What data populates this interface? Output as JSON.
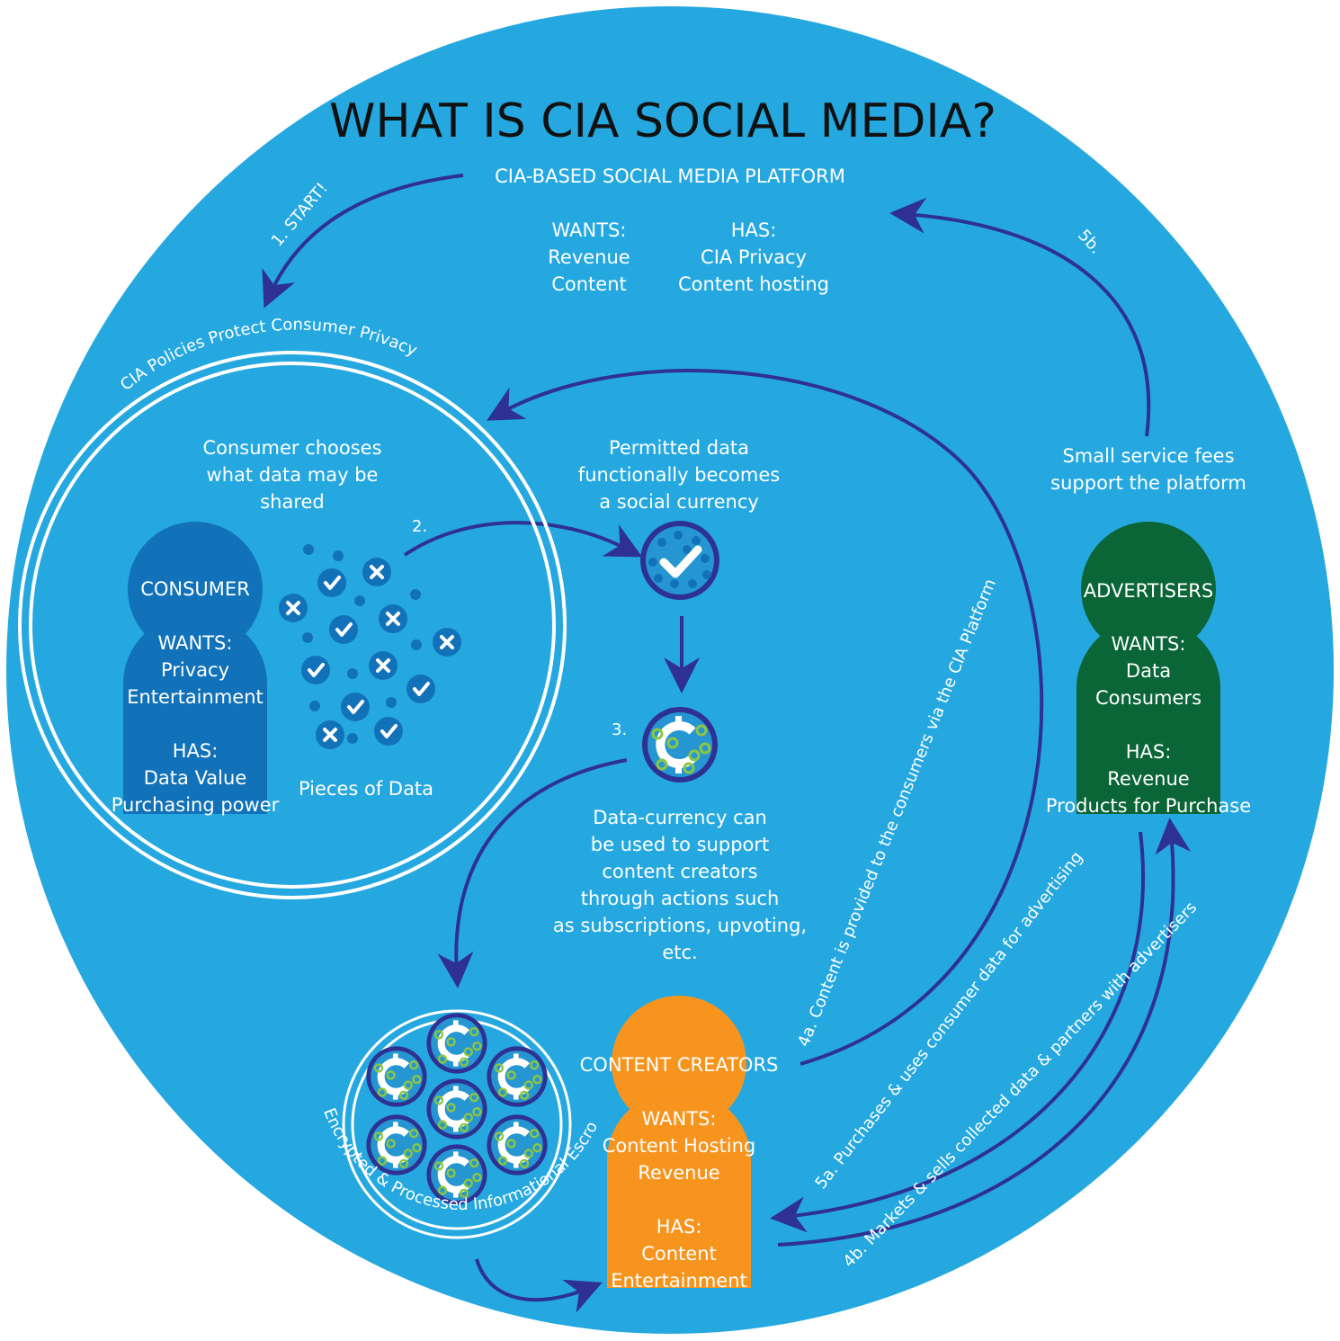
{
  "title": "WHAT IS CIA SOCIAL MEDIA?",
  "platform": {
    "title": "CIA-BASED SOCIAL MEDIA PLATFORM",
    "wants_label": "WANTS:",
    "wants": [
      "Revenue",
      "Content"
    ],
    "has_label": "HAS:",
    "has": [
      "CIA Privacy",
      "Content hosting"
    ]
  },
  "steps": {
    "start": "1. START!",
    "s2": "2.",
    "s3": "3.",
    "s4a": "4a. Content is provided to the consumers via the CIA Platform",
    "s4b": "4b. Markets & sells collected data & partners with advertisers",
    "s5a": "5a. Purchases & uses consumer data for advertising",
    "s5b": "5b."
  },
  "privacy_arc": "CIA Policies Protect Consumer Privacy",
  "escrow_arc": "Encrypted & Processed Informational Escrow",
  "consumer": {
    "chooses": [
      "Consumer chooses",
      "what data may be",
      "shared"
    ],
    "name": "CONSUMER",
    "wants_label": "WANTS:",
    "wants": [
      "Privacy",
      "Entertainment"
    ],
    "has_label": "HAS:",
    "has": [
      "Data Value",
      "Purchasing power"
    ],
    "pieces_label": "Pieces of Data"
  },
  "currency": {
    "permitted": [
      "Permitted data",
      "functionally becomes",
      "a social currency"
    ],
    "usage": [
      "Data-currency can",
      "be used to support",
      "content creators",
      "through actions such",
      "as subscriptions, upvoting,",
      "etc."
    ]
  },
  "advertisers": {
    "fees": [
      "Small service fees",
      "support the platform"
    ],
    "name": "ADVERTISERS",
    "wants_label": "WANTS:",
    "wants": [
      "Data",
      "Consumers"
    ],
    "has_label": "HAS:",
    "has": [
      "Revenue",
      "Products for Purchase"
    ]
  },
  "creators": {
    "name": "CONTENT CREATORS",
    "wants_label": "WANTS:",
    "wants": [
      "Content Hosting",
      "Revenue"
    ],
    "has_label": "HAS:",
    "has": [
      "Content",
      "Entertainment"
    ]
  },
  "colors": {
    "background": "#25a8e0",
    "arrow": "#2e3192",
    "consumer": "#1172b9",
    "advertisers": "#0a6537",
    "creators": "#f7941d",
    "coin_fill": "#2596d2",
    "coin_dots": "#8dc63f"
  }
}
